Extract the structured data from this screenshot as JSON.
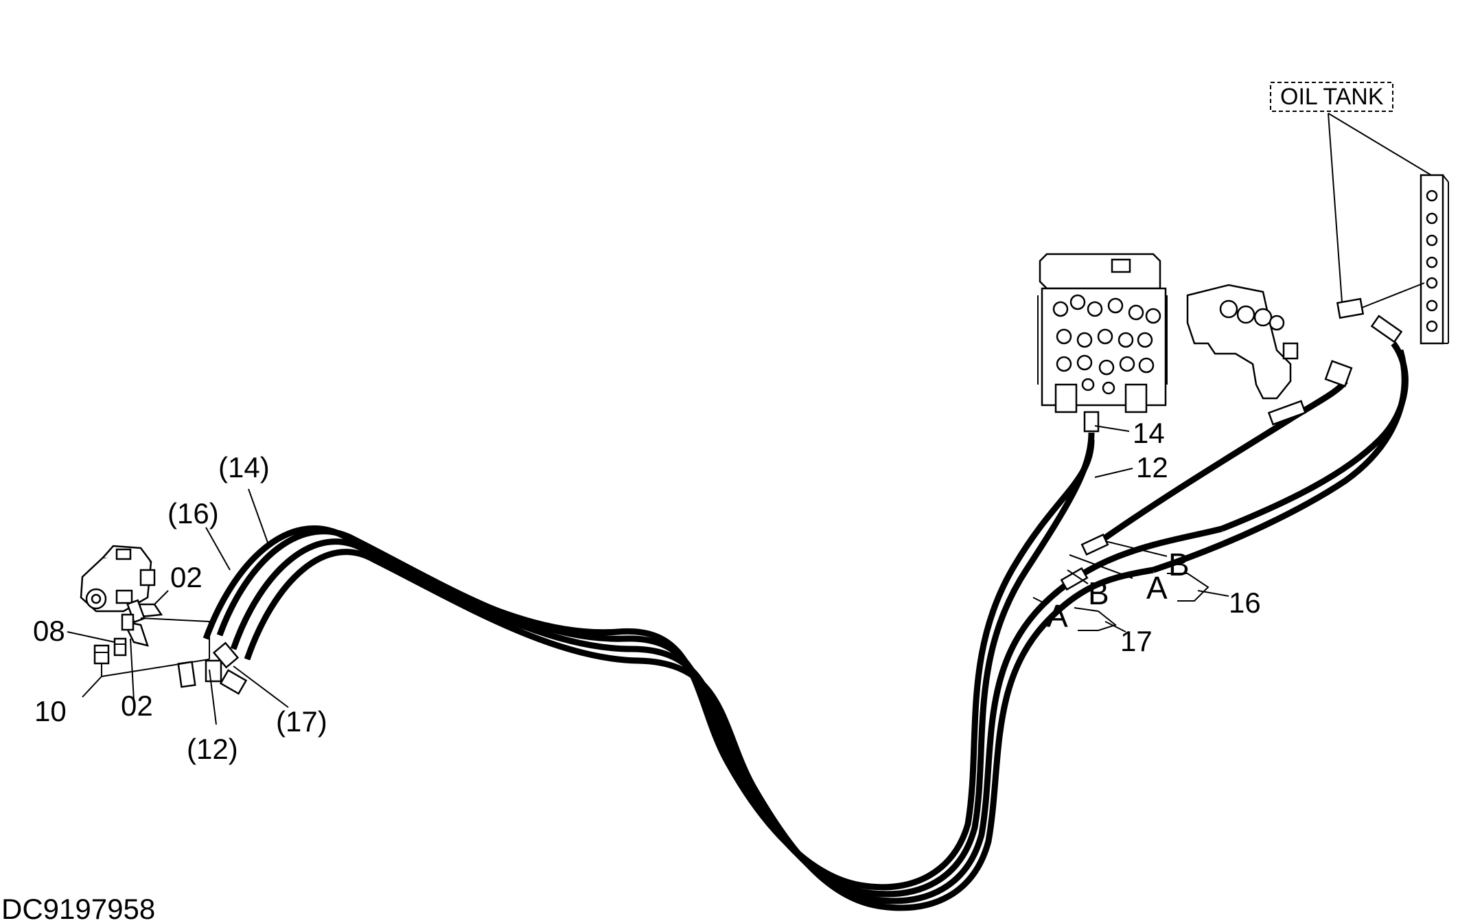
{
  "labels": {
    "oil_tank": "OIL  TANK",
    "p14_paren": "(14)",
    "p16_paren": "(16)",
    "p02_top": "02",
    "p08": "08",
    "p10": "10",
    "p02_bottom": "02",
    "p12_paren": "(12)",
    "p17_paren": "(17)",
    "p14": "14",
    "p12": "12",
    "p16": "16",
    "p17": "17",
    "a_upper": "A",
    "b_upper": "B",
    "a_lower": "A",
    "b_lower": "B",
    "drawing_number": "DC9197958"
  }
}
